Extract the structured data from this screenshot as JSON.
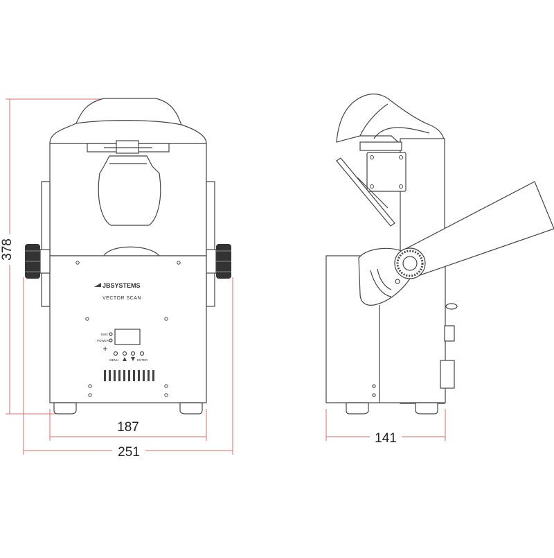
{
  "dimensions": {
    "height": "378",
    "front_inner_width": "187",
    "front_outer_width": "251",
    "side_width": "141"
  },
  "panel": {
    "brand": "JBSYSTEMS",
    "model": "VECTOR SCAN",
    "label_dmx": "DMX",
    "label_power": "POWER",
    "label_menu": "MENU",
    "label_enter": "ENTER"
  },
  "colors": {
    "line": "#444444",
    "dimension": "#d96b6b",
    "knob": "#333333"
  }
}
